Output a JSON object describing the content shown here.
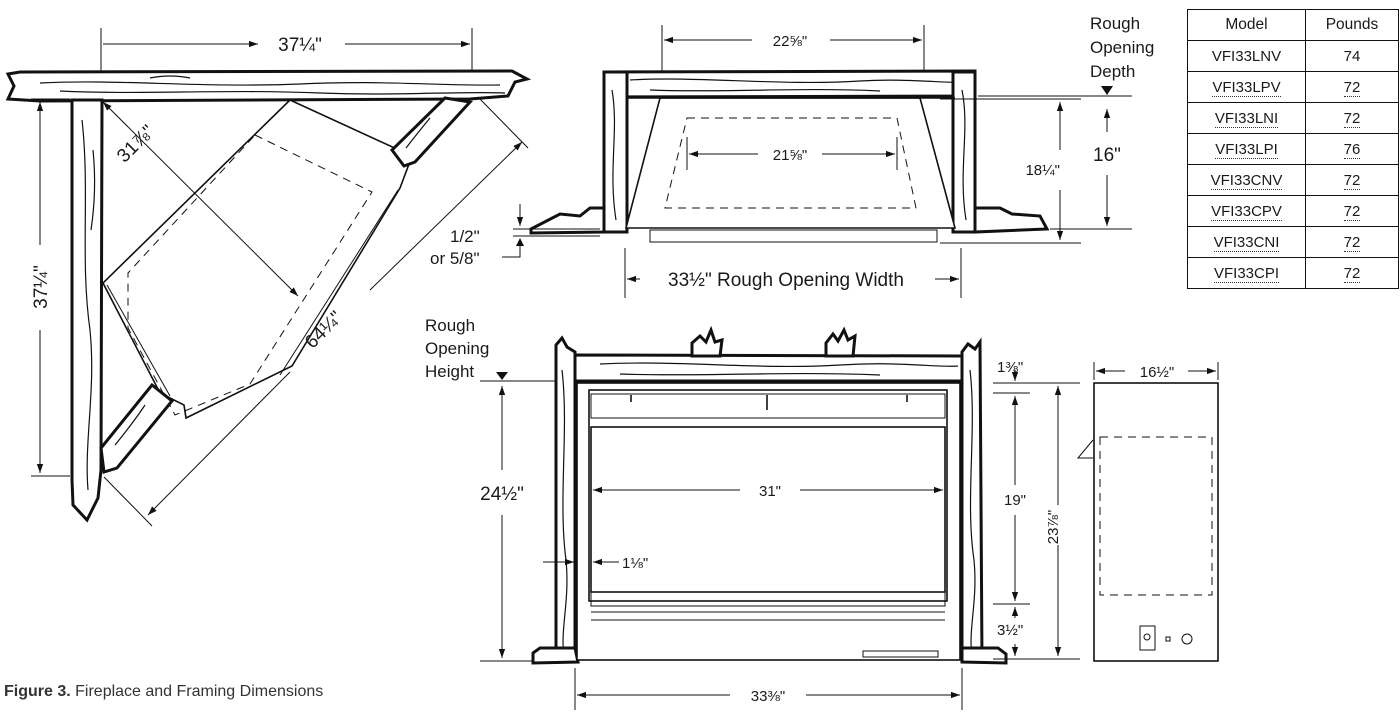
{
  "caption": {
    "label": "Figure 3.",
    "text": " Fireplace and Framing Dimensions"
  },
  "weight_table": {
    "headers": [
      "Model",
      "Pounds"
    ],
    "rows": [
      [
        "VFI33LNV",
        "74"
      ],
      [
        "VFI33LPV",
        "72"
      ],
      [
        "VFI33LNI",
        "72"
      ],
      [
        "VFI33LPI",
        "76"
      ],
      [
        "VFI33CNV",
        "72"
      ],
      [
        "VFI33CPV",
        "72"
      ],
      [
        "VFI33CNI",
        "72"
      ],
      [
        "VFI33CPI",
        "72"
      ]
    ]
  },
  "corner_view": {
    "top_width": "37¼\"",
    "side_height": "37¼\"",
    "diagonal_depth": "31⅞\"",
    "diagonal_width": "64¼\""
  },
  "top_view": {
    "width_top": "22⅝\"",
    "width_inner": "21⅝\"",
    "depth_total": "18¼\"",
    "depth_rough": "16\"",
    "offset": [
      "1/2\"",
      "or 5/8\""
    ],
    "rough_opening_width": "33½\" Rough Opening Width",
    "rough_opening_depth": [
      "Rough",
      "Opening",
      "Depth"
    ]
  },
  "front_view": {
    "rough_opening_height_label": [
      "Rough",
      "Opening",
      "Height"
    ],
    "height_left": "24½\"",
    "inner_width": "31\"",
    "side_offset": "1⅛\"",
    "top_gap": "1⅜\"",
    "glass_height": "19\"",
    "bottom_gap": "3½\"",
    "overall_height": "23⅞\"",
    "overall_width": "33⅜\""
  },
  "side_view": {
    "depth": "16½\""
  }
}
